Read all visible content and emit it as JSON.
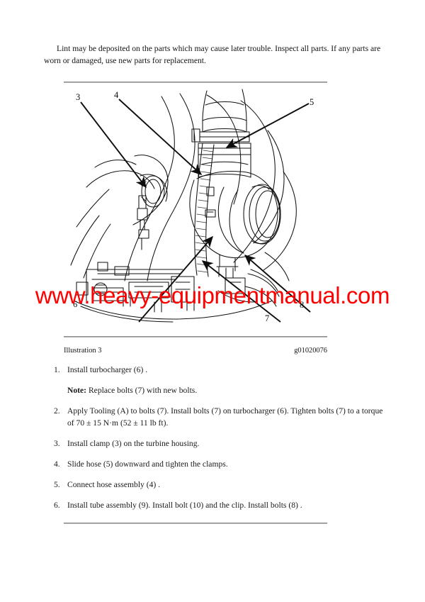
{
  "document": {
    "intro_paragraph": "Lint may be deposited on the parts which may cause later trouble. Inspect all parts. If any parts are worn or damaged, use new parts for replacement."
  },
  "illustration": {
    "caption": "Illustration 3",
    "graphic_id": "g01020076",
    "alt": "Line drawing of an engine turbocharger installation showing hose, clamp, turbocharger and mounting bolts",
    "callouts": [
      {
        "id": "3",
        "label": "3"
      },
      {
        "id": "4",
        "label": "4"
      },
      {
        "id": "5",
        "label": "5"
      },
      {
        "id": "6",
        "label": "6"
      },
      {
        "id": "7",
        "label": "7"
      },
      {
        "id": "8",
        "label": "8"
      }
    ]
  },
  "watermark": {
    "text": "www.heavy-equipmentmanual.com",
    "color": "#fe0000"
  },
  "procedure": {
    "steps": [
      {
        "number": "1.",
        "text": "Install turbocharger (6) ."
      },
      {
        "number": "2.",
        "text": "Apply Tooling (A) to bolts (7). Install bolts (7) on turbocharger (6). Tighten bolts (7) to a torque of 70 ± 15 N·m (52 ± 11 lb ft)."
      },
      {
        "number": "3.",
        "text": "Install clamp (3) on the turbine housing."
      },
      {
        "number": "4.",
        "text": "Slide hose (5) downward and tighten the clamps."
      },
      {
        "number": "5.",
        "text": "Connect hose assembly (4) ."
      },
      {
        "number": "6.",
        "text": "Install tube assembly (9). Install bolt (10) and the clip. Install bolts (8) ."
      }
    ],
    "note": {
      "label": "Note:",
      "text": " Replace bolts (7) with new bolts."
    }
  }
}
